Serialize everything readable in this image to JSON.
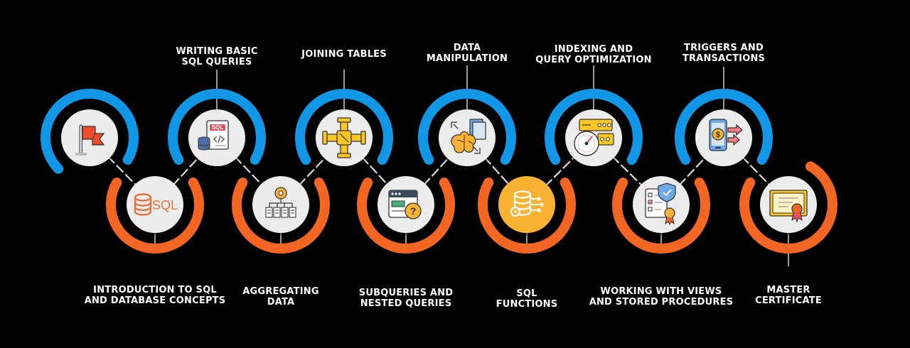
{
  "colors": {
    "background": "#000000",
    "top_ring": "#1296e6",
    "bottom_ring": "#f26522",
    "node": "#ececec",
    "connector": "#d9d9d9",
    "accent": "#f9b233"
  },
  "steps": [
    {
      "id": "intro",
      "lines": [
        "",
        ""
      ],
      "icon": "flag-icon",
      "row": "top"
    },
    {
      "id": "intro-sql",
      "lines": [
        "INTRODUCTION TO SQL",
        "AND DATABASE CONCEPTS"
      ],
      "icon": "database-sql-icon",
      "row": "bottom"
    },
    {
      "id": "basic",
      "lines": [
        "WRITING BASIC",
        "SQL QUERIES"
      ],
      "icon": "sql-document-icon",
      "row": "top"
    },
    {
      "id": "aggregating",
      "lines": [
        "AGGREGATING",
        "DATA"
      ],
      "icon": "data-hierarchy-icon",
      "row": "bottom"
    },
    {
      "id": "joining",
      "lines": [
        "JOINING TABLES"
      ],
      "icon": "pipe-junction-icon",
      "row": "top"
    },
    {
      "id": "subqueries",
      "lines": [
        "SUBQUERIES AND",
        "NESTED QUERIES"
      ],
      "icon": "server-question-icon",
      "row": "bottom"
    },
    {
      "id": "manipulation",
      "lines": [
        "DATA",
        "MANIPULATION"
      ],
      "icon": "brain-documents-icon",
      "row": "top"
    },
    {
      "id": "functions",
      "lines": [
        "SQL",
        "FUNCTIONS"
      ],
      "icon": "database-gear-icon",
      "row": "bottom"
    },
    {
      "id": "indexing",
      "lines": [
        "INDEXING AND",
        "QUERY OPTIMIZATION"
      ],
      "icon": "gauge-icon",
      "row": "top"
    },
    {
      "id": "views",
      "lines": [
        "WORKING WITH VIEWS",
        "AND STORED PROCEDURES"
      ],
      "icon": "checklist-shield-icon",
      "row": "bottom"
    },
    {
      "id": "triggers",
      "lines": [
        "TRIGGERS AND",
        "TRANSACTIONS"
      ],
      "icon": "phone-payment-icon",
      "row": "top"
    },
    {
      "id": "master",
      "lines": [
        "MASTER",
        "CERTIFICATE"
      ],
      "icon": "certificate-icon",
      "row": "bottom"
    }
  ],
  "icon_text": {
    "sql_badge": "SQL",
    "sql_doc": "SQL",
    "dollar": "$",
    "question": "?"
  }
}
